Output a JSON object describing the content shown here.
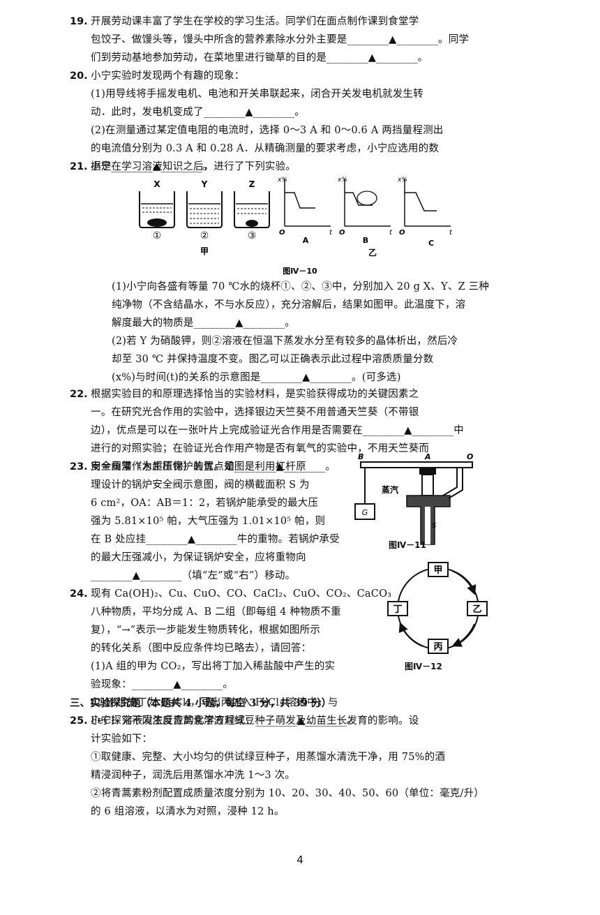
{
  "q19": {
    "num": "19.",
    "lines": [
      "开展劳动课丰富了学生在学校的学习生活。同学们在面点制作课到食堂学",
      "包饺子、做馒头等，馒头中所含的营养素除水分外主要是________▲________。同学",
      "们到劳动基地参加劳动，在菜地里进行锄草的目的是________▲________。"
    ]
  },
  "q20": {
    "num": "20.",
    "lines": [
      "小宁实验时发现两个有趣的现象：",
      "(1)用导线将手摇发电机、电池和开关串联起来，闭合开关发电机就发生转",
      "动．此时，发电机变成了________▲________。",
      "(2)在测量通过某定值电阻的电流时，选择 0～3 A 和 0～0.6 A 两挡量程测出",
      "的电流值分别为 0.3 A 和 0.28 A．从精确测量的要求考虑，小宁应选用的数",
      "据是________▲________。"
    ]
  },
  "q21": {
    "num": "21.",
    "lines_intro": [
      "小宁在学习溶液知识之后，进行了下列实验。"
    ],
    "beaker_labels": [
      "X",
      "Y",
      "Z"
    ],
    "beaker_nums": [
      "①",
      "②",
      "③"
    ],
    "group_jia": "甲",
    "group_yi": "乙",
    "graph_labels": [
      "A",
      "B",
      "C"
    ],
    "axis_y": "x%",
    "axis_x": "t",
    "origin": "O",
    "figure": "图Ⅳ－10",
    "lines": [
      "(1)小宁向各盛有等量 70 ℃水的烧杯①、②、③中，分别加入 20 g X、Y、Z 三种",
      "纯净物（不含结晶水，不与水反应），充分溶解后，结果如图甲。此温度下，溶",
      "解度最大的物质是________▲________。",
      "(2)若 Y 为硝酸钾，则②溶液在恒温下蒸发水分至有较多的晶体析出，然后冷",
      "却至 30 ℃ 并保持温度不变。图乙可以正确表示此过程中溶质质量分数",
      "(x%)与时间(t)的关系的示意图是________▲________。(可多选)"
    ]
  },
  "q22": {
    "num": "22.",
    "lines": [
      "根据实验目的和原理选择恰当的实验材料，是实验获得成功的关键因素之",
      "一。在研究光合作用的实验中，选择银边天竺葵不用普通天竺葵（不带银",
      "边），优点是可以在一张叶片上完成验证光合作用是否需要在________▲________中",
      "进行的对照实验；在验证光合作用产物是否有氧气的实验中，不用天竺葵而",
      "用金鱼藻（水生植物）的优点是________▲________。"
    ]
  },
  "q23": {
    "num": "23.",
    "lines": [
      "安全阀常作为超压保护装置。如图是利用杠杆原",
      "理设计的锅炉安全阀示意图，阀的横截面积 S 为",
      "6 cm²，OA：AB＝1：2，若锅炉能承受的最大压",
      "强为 5.81×10⁵ 帕，大气压强为 1.01×10⁵ 帕，则",
      "在 B 处应挂________▲________牛的重物。若锅炉承受",
      "的最大压强减小，为保证锅炉安全，应将重物向",
      "________▲________（填“左”或“右”）移动。"
    ],
    "fig_labels": {
      "B": "B",
      "A": "A",
      "O": "O",
      "steam": "蒸汽",
      "S": "S",
      "G": "G"
    },
    "figure": "图Ⅳ－11"
  },
  "q24": {
    "num": "24.",
    "lines": [
      "现有 Ca(OH)₂、Cu、CuO、CO、CaCl₂、CuO、CO₂、CaCO₃",
      "八种物质，平均分成 A、B 二组（即每组 4 种物质不重",
      "复），“→”表示一步能发生物质转化，根据如图所示",
      "的转化关系（图中反应条件均已略去），请回答：",
      "(1)A 组的甲为 CO₂，写出将丁加入稀盐酸中产生的实",
      "验现象：________▲________。",
      "(2)B 组的丁为 CaCl₂，写出丙加入 FeCl₃ 溶液中，与",
      "FeCl₃ 溶液发生反应的化学方程式：________▲________。"
    ],
    "nodes": [
      "甲",
      "乙",
      "丙",
      "丁"
    ],
    "figure": "图Ⅳ－12"
  },
  "section3": "三、实验探究题（本题共 4 小题，每空 3 分，共 39 分）",
  "q25": {
    "num": "25.",
    "lines": [
      "小宁探究不同浓度青蒿素溶液对绿豆种子萌发及幼苗生长发育的影响。设",
      "计实验如下：",
      "①取健康、完整、大小均匀的供试绿豆种子，用蒸馏水清洗干净，用 75%的酒",
      "精浸润种子，润洗后用蒸馏水冲洗 1～3 次。",
      "②将青蒿素粉剂配置成质量浓度分别为 10、20、30、40、50、60（单位：毫克/升）",
      "的 6 组溶液，以清水为对照，浸种 12 h。"
    ]
  },
  "page_number": "4"
}
